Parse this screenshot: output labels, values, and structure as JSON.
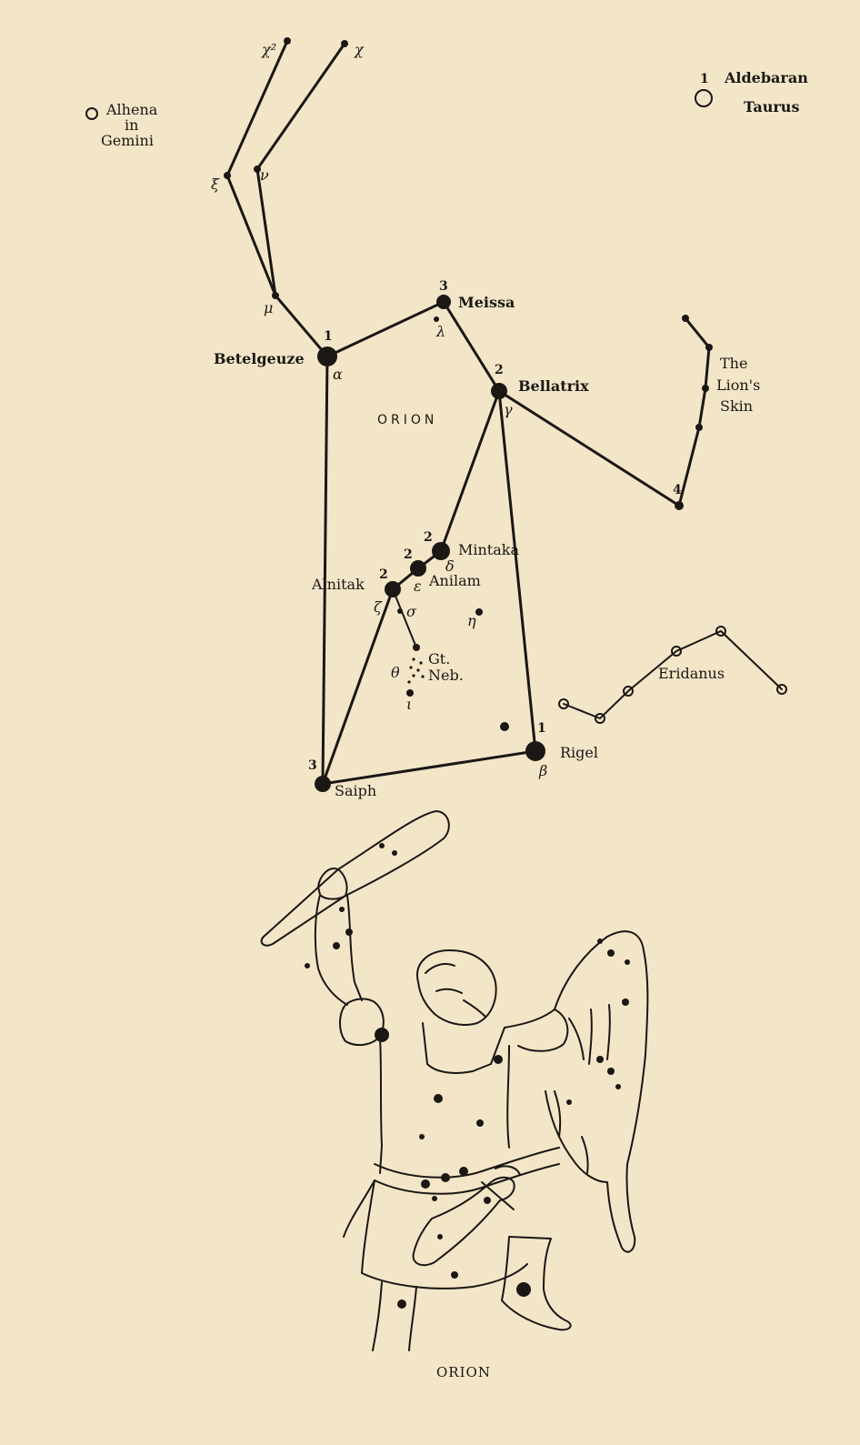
{
  "colors": {
    "paper": "#f3e6c8",
    "ink": "#1a1714"
  },
  "diagram": {
    "constellation_label": "ORION",
    "caption": "ORION",
    "stars": {
      "betelgeuze": {
        "name": "Betelgeuze",
        "mag": "1",
        "greek": "α"
      },
      "bellatrix": {
        "name": "Bellatrix",
        "mag": "2",
        "greek": "γ"
      },
      "meissa": {
        "name": "Meissa",
        "mag": "3",
        "greek": "λ"
      },
      "mintaka": {
        "name": "Mintaka",
        "mag": "2",
        "greek": "δ"
      },
      "anilam": {
        "name": "Anilam",
        "mag": "2",
        "greek": "ε"
      },
      "alnitak": {
        "name": "Alnitak",
        "mag": "2",
        "greek": "ζ"
      },
      "rigel": {
        "name": "Rigel",
        "mag": "1",
        "greek": "β"
      },
      "saiph": {
        "name": "Saiph",
        "mag": "3"
      },
      "lions_skin_star": {
        "mag": "4"
      }
    },
    "greek_labels": {
      "chi2": "χ²",
      "chi": "χ",
      "xi": "ξ",
      "nu": "ν",
      "mu": "μ",
      "sigma": "σ",
      "eta": "η",
      "theta": "θ",
      "iota": "ι"
    },
    "nebula_label": [
      "Gt.",
      "Neb."
    ],
    "lions_skin": [
      "The",
      "Lion's",
      "Skin"
    ],
    "eridanus": "Eridanus",
    "alhena": [
      "Alhena",
      "in",
      "Gemini"
    ],
    "aldebaran": {
      "mag": "1",
      "name": "Aldebaran",
      "constellation": "Taurus"
    }
  }
}
